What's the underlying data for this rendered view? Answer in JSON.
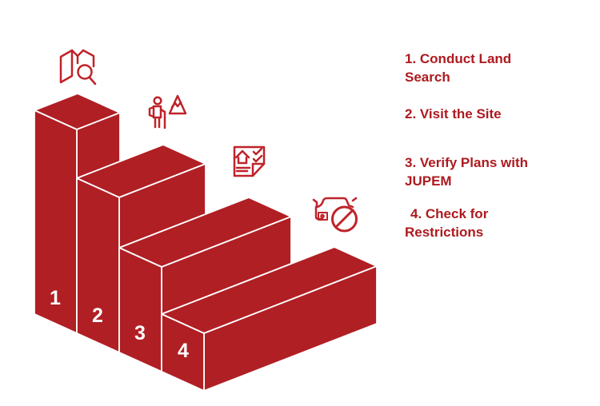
{
  "theme": {
    "stair_red": "#b01f24",
    "icon_red": "#bf2329",
    "text_red": "#ad1a1f",
    "edge_white": "#ffffff",
    "background": "#ffffff"
  },
  "diagram": {
    "steps": [
      {
        "number": "1",
        "icon": "map-search-icon"
      },
      {
        "number": "2",
        "icon": "hiker-mountain-icon"
      },
      {
        "number": "3",
        "icon": "document-checklist-icon"
      },
      {
        "number": "4",
        "icon": "car-restriction-icon"
      }
    ]
  },
  "legend": {
    "items": [
      {
        "line1": "1. Conduct Land",
        "line2": "Search"
      },
      {
        "line1": "2. Visit the Site",
        "line2": ""
      },
      {
        "line1": "3. Verify Plans with",
        "line2": "JUPEM"
      },
      {
        "line1": "4. Check for",
        "line2": "Restrictions"
      }
    ]
  }
}
